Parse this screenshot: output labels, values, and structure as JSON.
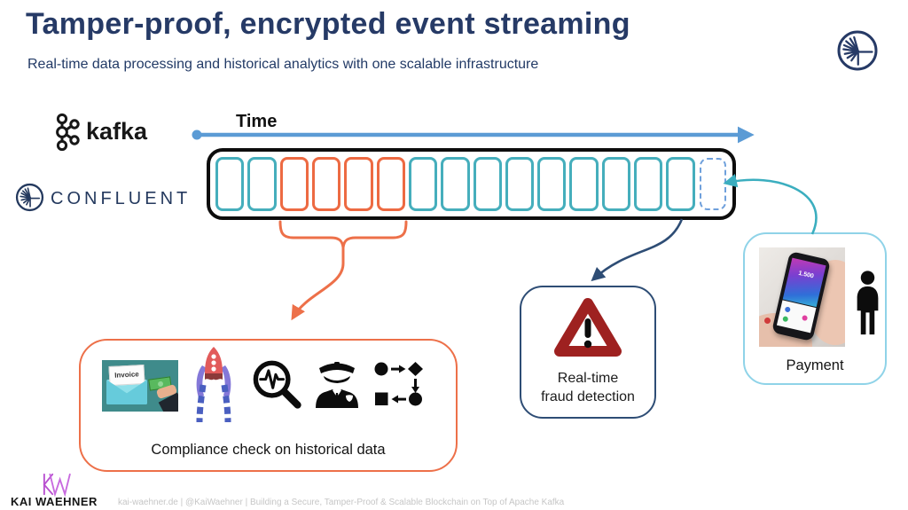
{
  "slide": {
    "title": "Tamper-proof, encrypted event streaming",
    "subtitle": "Real-time data processing and historical analytics with one scalable infrastructure"
  },
  "branding": {
    "kafka_label": "kafka",
    "confluent_label": "CONFLUENT"
  },
  "timeline": {
    "label": "Time",
    "cells": [
      "teal",
      "teal",
      "orange",
      "orange",
      "orange",
      "orange",
      "teal",
      "teal",
      "teal",
      "teal",
      "teal",
      "teal",
      "teal",
      "teal",
      "teal",
      "dashed"
    ]
  },
  "boxes": {
    "compliance": {
      "label": "Compliance check on historical data",
      "invoice_text": "Invoice",
      "icons": [
        "invoice-payment-image",
        "blockchain-rocket-icon",
        "audit-monitoring-icon",
        "police-officer-icon",
        "process-flow-icon"
      ]
    },
    "fraud": {
      "label_line1": "Real-time",
      "label_line2": "fraud detection",
      "icon": "warning-triangle-icon"
    },
    "payment": {
      "label": "Payment",
      "phone_amount": "1.500",
      "icons": [
        "payment-phone-photo",
        "person-icon"
      ]
    }
  },
  "footer": {
    "logo_initials": "KW",
    "logo_name": "KAI WAEHNER",
    "credit": "kai-waehner.de | @KaiWaehner | Building a Secure, Tamper-Proof & Scalable Blockchain on Top of Apache Kafka"
  },
  "colors": {
    "title_navy": "#263A66",
    "teal_cell": "#45AEBC",
    "orange_cell": "#ED6A42",
    "dashed_blue": "#6FA0DC",
    "time_arrow_blue": "#5B9BD5",
    "fraud_navy": "#2E4D75",
    "payment_light_blue": "#8FD3E8",
    "compliance_orange": "#ED7049",
    "warning_red": "#9E2120",
    "kw_purple": "#BA4FD1",
    "credit_gray": "#C6C6C6"
  }
}
